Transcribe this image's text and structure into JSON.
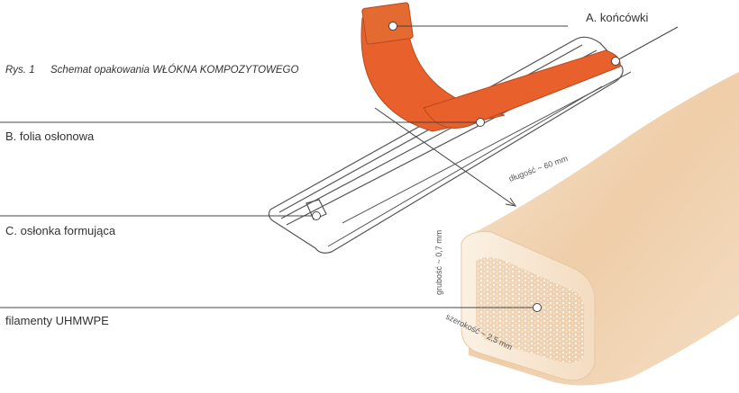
{
  "caption": {
    "number": "Rys. 1",
    "title": "Schemat opakowania WŁÓKNA KOMPOZYTOWEGO"
  },
  "labels": {
    "tips": "A. końcówki",
    "foil": "B. folia osłonowa",
    "sheath": "C. osłonka formująca",
    "filaments": "filamenty UHMWPE"
  },
  "dimensions": {
    "length": "długość ~ 60 mm",
    "thickness": "grubość ~ 0,7 mm",
    "width": "szerokość ~ 2,5 mm"
  },
  "colors": {
    "orange": "#e8602c",
    "line": "#444444",
    "fiber": "#f0d2ac"
  }
}
